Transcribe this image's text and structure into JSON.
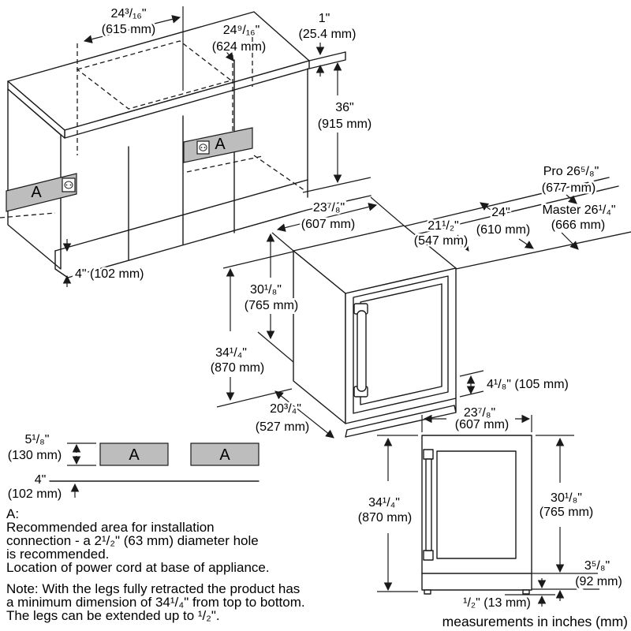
{
  "colors": {
    "ink": "#1a1a1a",
    "zone_fill": "#bdbdbd",
    "background": "#ffffff"
  },
  "counter": {
    "cutout1_in": "24³/₁₆\"",
    "cutout1_mm": "(615 mm)",
    "cutout2_in": "24⁹/₁₆\"",
    "cutout2_mm": "(624 mm)",
    "countertop_thickness_in": "1\"",
    "countertop_thickness_mm": "(25.4 mm)",
    "counter_height_in": "36\"",
    "counter_height_mm": "(915 mm)",
    "toekick": "4\" (102 mm)",
    "zone1_label": "A",
    "zone2_label": "A"
  },
  "appliance_iso": {
    "width_in": "23⁷/₈\"",
    "width_mm": "(607 mm)",
    "depth_no_door_in": "21¹/₂\"",
    "depth_no_door_mm": "(547 mm)",
    "depth_in": "24\"",
    "depth_mm": "(610 mm)",
    "depth_pro_in": "Pro 26⁵/₈\"",
    "depth_pro_mm": "(677 mm)",
    "depth_master_in": "Master 26¹/₄\"",
    "depth_master_mm": "(666 mm)",
    "height_door_in": "30¹/₈\"",
    "height_door_mm": "(765 mm)",
    "height_total_in": "34¹/₄\"",
    "height_total_mm": "(870 mm)",
    "base_depth_in": "20³/₄\"",
    "base_depth_mm": "(527 mm)",
    "base_height": "4¹/₈\" (105 mm)"
  },
  "connection_zone": {
    "height_in": "5¹/₈\"",
    "height_mm": "(130 mm)",
    "offset_in": "4\"",
    "offset_mm": "(102 mm)",
    "block1_label": "A",
    "block2_label": "A"
  },
  "front_view": {
    "width_in": "23⁷/₈\"",
    "width_mm": "(607 mm)",
    "height_total_in": "34¹/₄\"",
    "height_total_mm": "(870 mm)",
    "height_door_in": "30¹/₈\"",
    "height_door_mm": "(765 mm)",
    "base_height_in": "3⁵/₈\"",
    "base_height_mm": "(92 mm)",
    "leg_height": "¹/₂\" (13 mm)"
  },
  "notes": {
    "a_title": "A:",
    "a_line1": "Recommended area for installation",
    "a_line2": "connection - a 2¹/₂\" (63 mm) diameter hole",
    "a_line3": "is recommended.",
    "a_line4": "Location of power cord at base of appliance.",
    "note_line1": "Note: With the legs fully retracted the product has",
    "note_line2": "a minimum dimension of 34¹/₄\" from top to bottom.",
    "note_line3": "The legs can be extended up to ¹/₂\".",
    "caption": "measurements in inches (mm)"
  }
}
